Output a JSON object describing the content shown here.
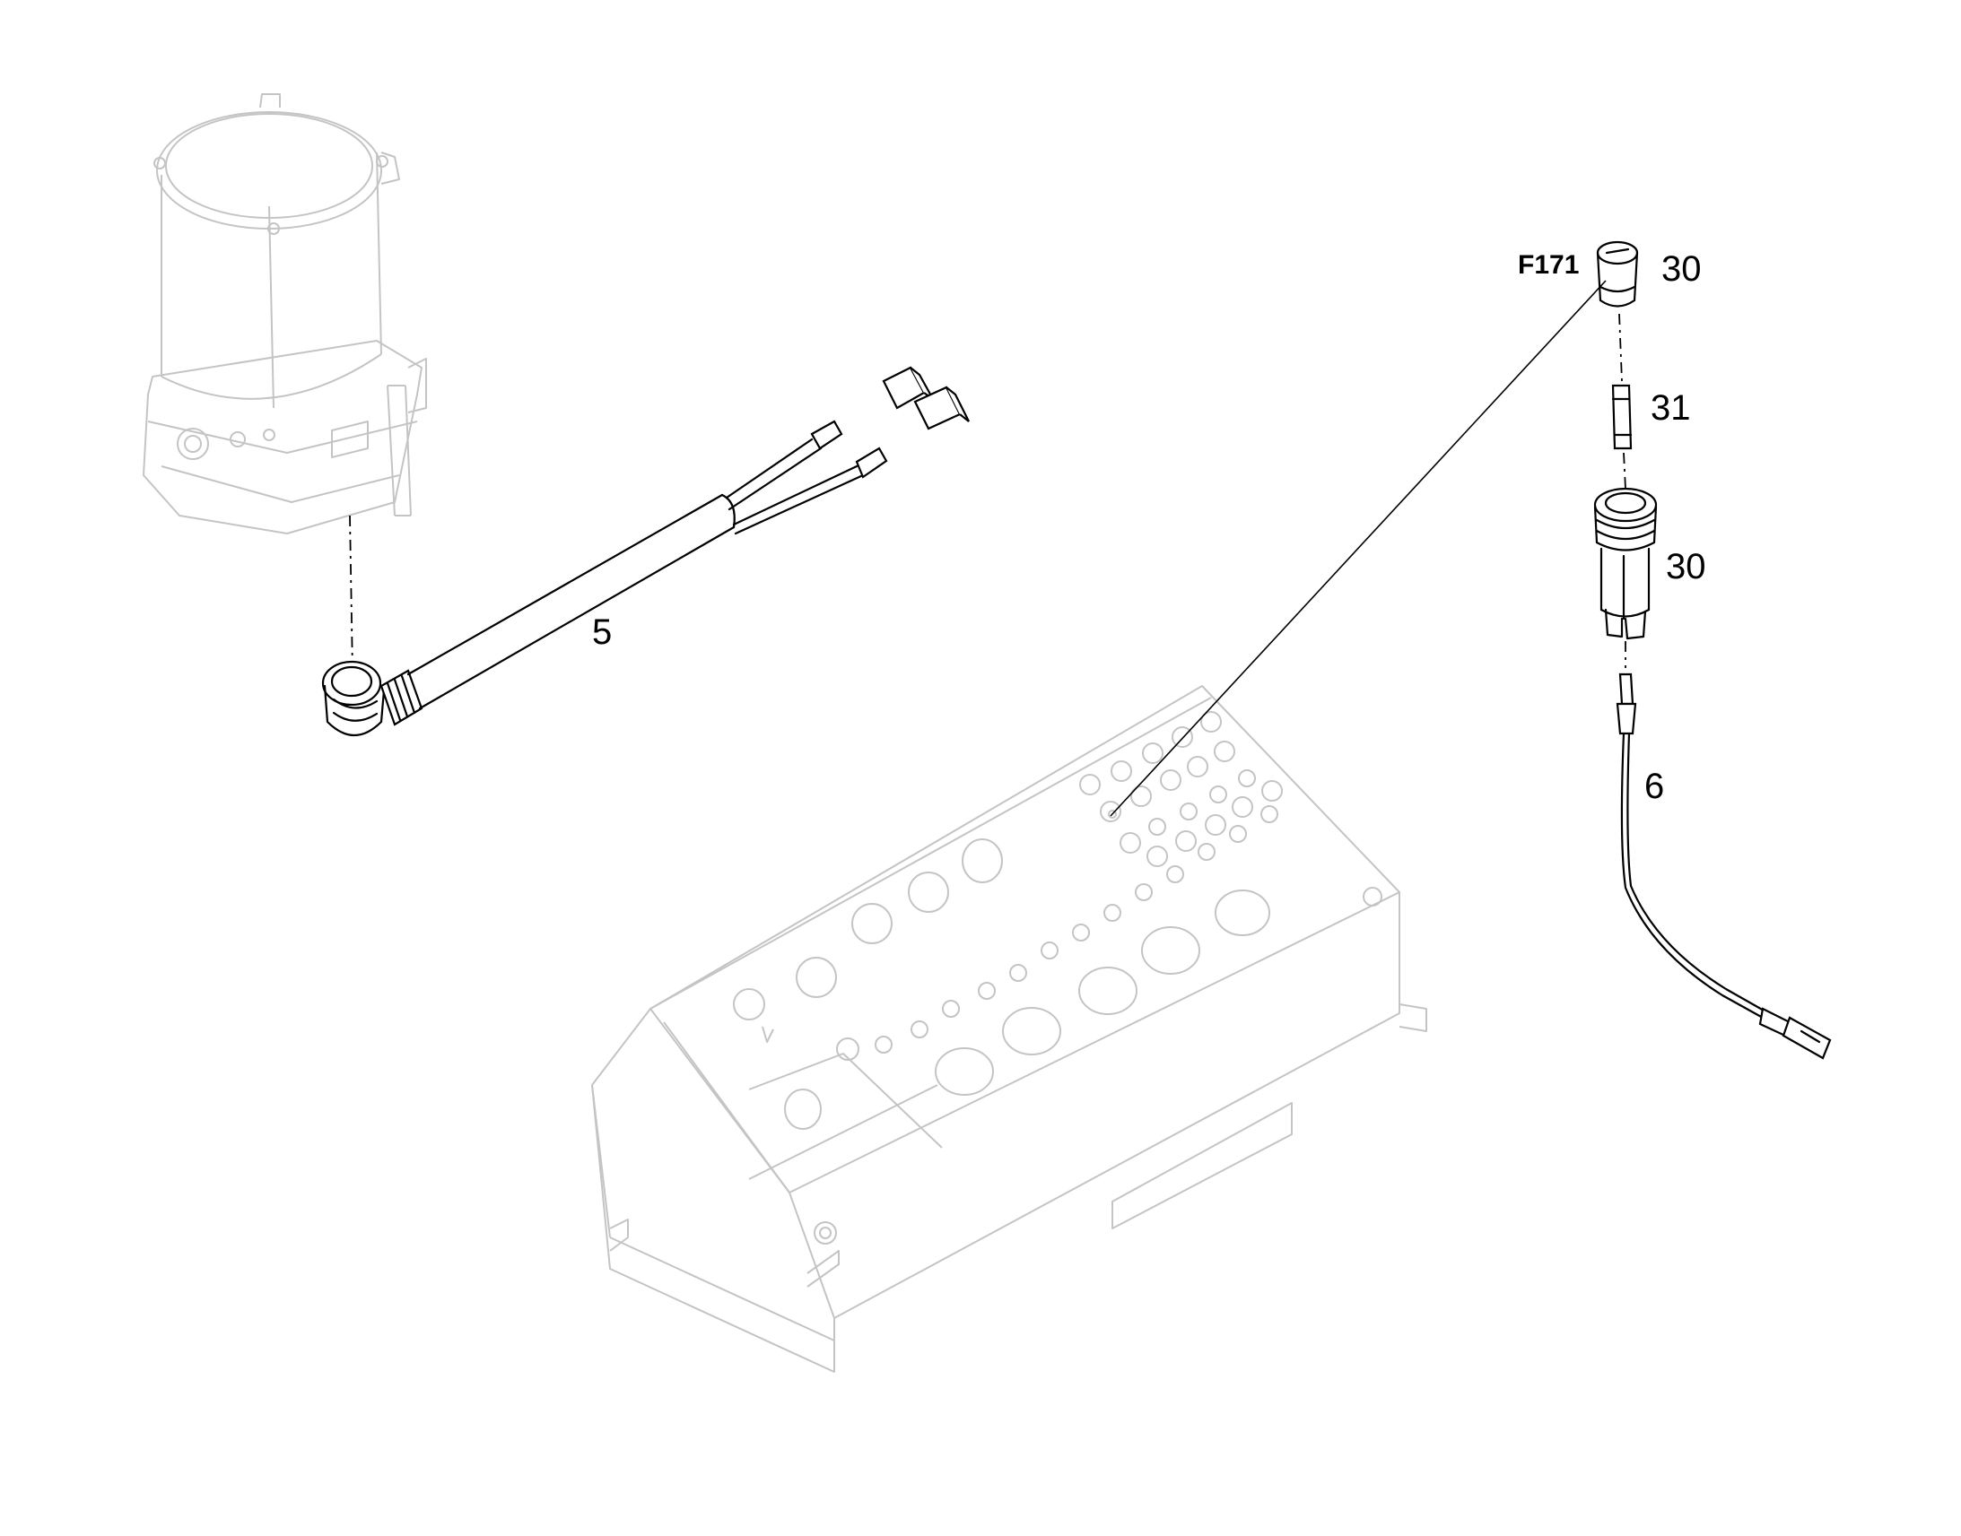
{
  "callouts": {
    "harness": "5",
    "cable": "6",
    "fuse_cap": "30",
    "fuse": "31",
    "fuse_holder": "30",
    "fuse_ref": "F171"
  },
  "colors": {
    "line": "#000000",
    "ghost": "#c4c4c4"
  }
}
